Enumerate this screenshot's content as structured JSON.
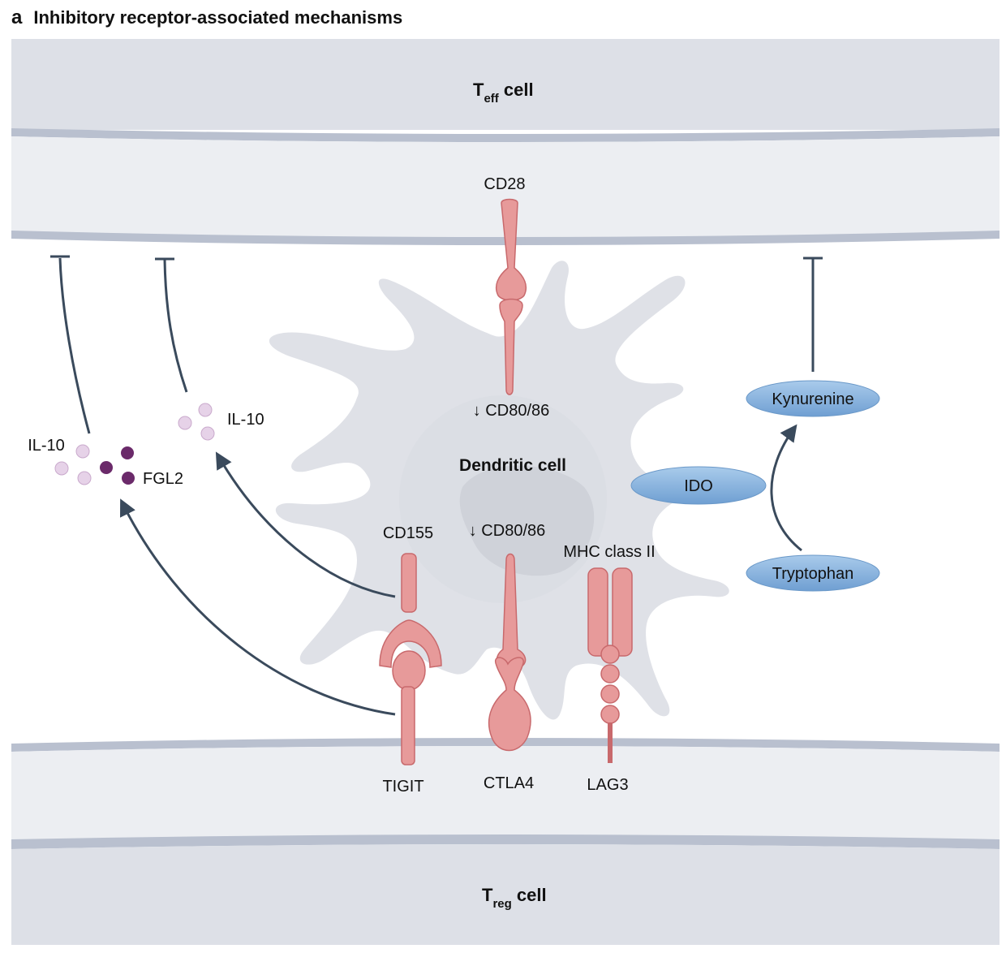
{
  "header": {
    "panel_letter": "a",
    "title": "Inhibitory receptor-associated mechanisms"
  },
  "cells": {
    "teff": {
      "name_main": "T",
      "name_sub": "eff",
      "name_rest": " cell"
    },
    "treg": {
      "name_main": "T",
      "name_sub": "reg",
      "name_rest": " cell"
    },
    "dendritic": "Dendritic cell"
  },
  "receptors": {
    "cd28": "CD28",
    "cd80_top": "↓ CD80/86",
    "cd80_mid": "↓ CD80/86",
    "cd155": "CD155",
    "mhc2": "MHC class II",
    "tigit": "TIGIT",
    "ctla4": "CTLA4",
    "lag3": "LAG3"
  },
  "cytokines": {
    "il10_left": "IL-10",
    "il10_right": "IL-10",
    "fgl2": "FGL2"
  },
  "metabolism": {
    "ido": "IDO",
    "kynurenine": "Kynurenine",
    "tryptophan": "Tryptophan"
  },
  "colors": {
    "cell_fill": "#dde0e7",
    "membrane": "#b9c0cf",
    "receptor": "#e79a9a",
    "receptor_dark": "#c8696c",
    "arrow": "#3a4a5c",
    "ellipse": "#8fb8e0",
    "dot_light": "#e6d2e8",
    "dot_dark": "#6b2a6a"
  }
}
